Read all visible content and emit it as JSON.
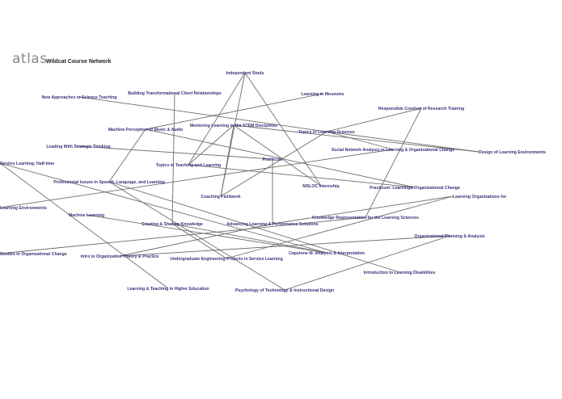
{
  "app": {
    "logo_text": "atlas",
    "title": "Wildcat Course Network"
  },
  "colors": {
    "node_label": "#3f2f7a",
    "edge": "#6e6e6e",
    "logo": "#8a8a8a",
    "background": "#ffffff"
  },
  "nodes": [
    {
      "id": "n1",
      "label": "Independent Study"
    },
    {
      "id": "n2",
      "label": "Building Transformational Client Relationships"
    },
    {
      "id": "n3",
      "label": "New Approaches to Science Teaching"
    },
    {
      "id": "n4",
      "label": "Learning in Museums"
    },
    {
      "id": "n5",
      "label": "Responsible Conduct of Research Training"
    },
    {
      "id": "n6",
      "label": "Machine Perception of Music & Audio"
    },
    {
      "id": "n7",
      "label": "Mentoring Learning in the STEM Disciplines"
    },
    {
      "id": "n8",
      "label": "Topics in Learning Sciences"
    },
    {
      "id": "n9",
      "label": "Leading With Strategic Thinking"
    },
    {
      "id": "n10",
      "label": "Social Network Analysis in Learning & Organizational Change"
    },
    {
      "id": "n11",
      "label": "Design of Learning Environments"
    },
    {
      "id": "n12",
      "label": "Practicum"
    },
    {
      "id": "n13",
      "label": "Service Learning: Half-time"
    },
    {
      "id": "n14",
      "label": "Topics in Teaching and Learning"
    },
    {
      "id": "n15",
      "label": "Professional Issues in Speech, Language, and Learning"
    },
    {
      "id": "n16",
      "label": "MSLOC Internship"
    },
    {
      "id": "n17",
      "label": "Practicum: Learning& Organizational Change"
    },
    {
      "id": "n18",
      "label": "Coaching Fieldwork"
    },
    {
      "id": "n19",
      "label": "Learning Organizations for"
    },
    {
      "id": "n20",
      "label": "Learning Environments"
    },
    {
      "id": "n21",
      "label": "Machine Learning"
    },
    {
      "id": "n22",
      "label": "Knowledge Representation for the Learning Sciences"
    },
    {
      "id": "n23",
      "label": "Creating & Sharing Knowledge"
    },
    {
      "id": "n24",
      "label": "Advancing Learning & Performance Solutions"
    },
    {
      "id": "n25",
      "label": "Organizational Planning & Analysis"
    },
    {
      "id": "n26",
      "label": "Studies in Organizational Change"
    },
    {
      "id": "n27",
      "label": "Intro to Organization Theory & Practice"
    },
    {
      "id": "n28",
      "label": "Capstone III: Analysis & Interpretation"
    },
    {
      "id": "n29",
      "label": "Undergraduate Engineering Projects in Service Learning"
    },
    {
      "id": "n30",
      "label": "Introduction to Learning Disabilities"
    },
    {
      "id": "n31",
      "label": "Learning & Teaching in Higher Education"
    },
    {
      "id": "n32",
      "label": "Psychology of Technology & Instructional Design"
    }
  ],
  "edges": [
    [
      "n1",
      "n18"
    ],
    [
      "n1",
      "n16"
    ],
    [
      "n1",
      "n14"
    ],
    [
      "n2",
      "n23"
    ],
    [
      "n3",
      "n8"
    ],
    [
      "n4",
      "n6"
    ],
    [
      "n5",
      "n8"
    ],
    [
      "n5",
      "n22"
    ],
    [
      "n6",
      "n15"
    ],
    [
      "n6",
      "n17"
    ],
    [
      "n7",
      "n14"
    ],
    [
      "n7",
      "n18"
    ],
    [
      "n7",
      "n16"
    ],
    [
      "n7",
      "n11"
    ],
    [
      "n8",
      "n10"
    ],
    [
      "n8",
      "n11"
    ],
    [
      "n8",
      "n18"
    ],
    [
      "n9",
      "n12"
    ],
    [
      "n10",
      "n20"
    ],
    [
      "n12",
      "n24"
    ],
    [
      "n13",
      "n31"
    ],
    [
      "n13",
      "n28"
    ],
    [
      "n14",
      "n17"
    ],
    [
      "n15",
      "n30"
    ],
    [
      "n15",
      "n32"
    ],
    [
      "n19",
      "n24"
    ],
    [
      "n19",
      "n29"
    ],
    [
      "n21",
      "n28"
    ],
    [
      "n22",
      "n26"
    ],
    [
      "n23",
      "n29"
    ],
    [
      "n23",
      "n28"
    ],
    [
      "n24",
      "n27"
    ],
    [
      "n25",
      "n27"
    ],
    [
      "n25",
      "n32"
    ]
  ]
}
